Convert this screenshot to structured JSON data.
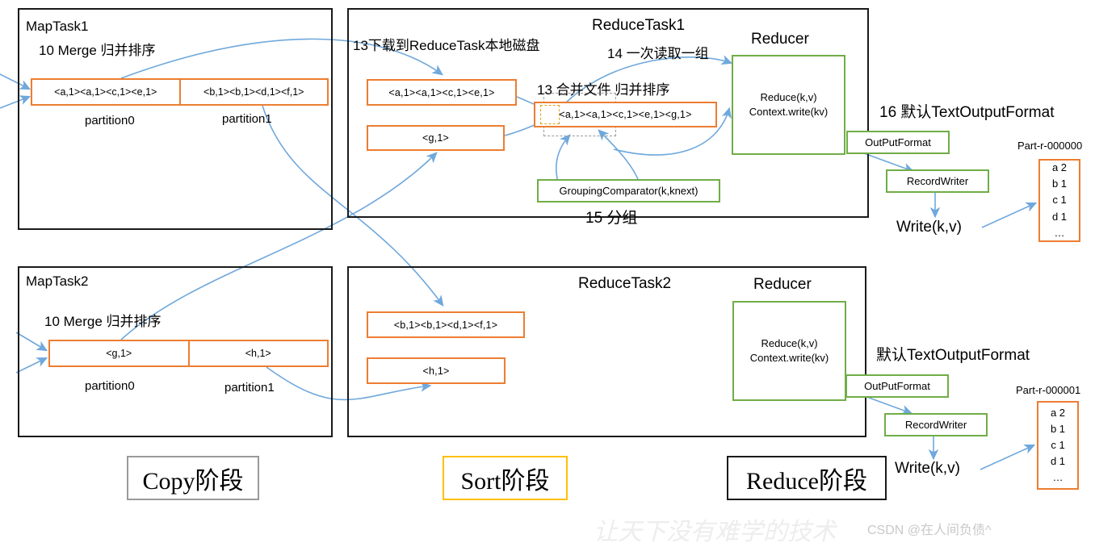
{
  "maptask1": {
    "title": "MapTask1",
    "merge_label": "10 Merge 归并排序",
    "partition0_data": "<a,1><a,1><c,1><e,1>",
    "partition1_data": "<b,1><b,1><d,1><f,1>",
    "partition0_label": "partition0",
    "partition1_label": "partition1"
  },
  "maptask2": {
    "title": "MapTask2",
    "merge_label": "10 Merge 归并排序",
    "partition0_data": "<g,1>",
    "partition1_data": "<h,1>",
    "partition0_label": "partition0",
    "partition1_label": "partition1"
  },
  "reducetask1": {
    "title": "ReduceTask1",
    "download_label": "13下载到ReduceTask本地磁盘",
    "read_group_label": "14 一次读取一组",
    "merge_file_label": "13 合并文件 归并排序",
    "file1_data": "<a,1><a,1><c,1><e,1>",
    "file2_data": "<g,1>",
    "merged_data": "<a,1><a,1><c,1><e,1><g,1>",
    "grouping_comparator": "GroupingComparator(k,knext)",
    "group_label": "15 分组",
    "reducer_title": "Reducer",
    "reducer_body_line1": "Reduce(k,v)",
    "reducer_body_line2": "Context.write(kv)"
  },
  "reducetask2": {
    "title": "ReduceTask2",
    "file1_data": "<b,1><b,1><d,1><f,1>",
    "file2_data": "<h,1>",
    "reducer_title": "Reducer",
    "reducer_body_line1": "Reduce(k,v)",
    "reducer_body_line2": "Context.write(kv)"
  },
  "output1": {
    "format_note": "16 默认TextOutputFormat",
    "outputformat": "OutPutFormat",
    "recordwriter": "RecordWriter",
    "write": "Write(k,v)",
    "file_name": "Part-r-000000",
    "rows": [
      "a 2",
      "b 1",
      "c 1",
      "d 1",
      "…"
    ]
  },
  "output2": {
    "format_note": "默认TextOutputFormat",
    "outputformat": "OutPutFormat",
    "recordwriter": "RecordWriter",
    "write": "Write(k,v)",
    "file_name": "Part-r-000001",
    "rows": [
      "a 2",
      "b 1",
      "c 1",
      "d 1",
      "…"
    ]
  },
  "phases": {
    "copy": "Copy阶段",
    "sort": "Sort阶段",
    "reduce": "Reduce阶段"
  },
  "watermark": {
    "calligraphy": "让天下没有难学的技术",
    "credit": "CSDN @在人间负债^"
  },
  "colors": {
    "orange": "#ED7D31",
    "green": "#70AD47",
    "arrow_blue": "#6FA8DC",
    "black": "#1a1a1a",
    "amber": "#FFC000",
    "gray": "#9a9a9a"
  }
}
